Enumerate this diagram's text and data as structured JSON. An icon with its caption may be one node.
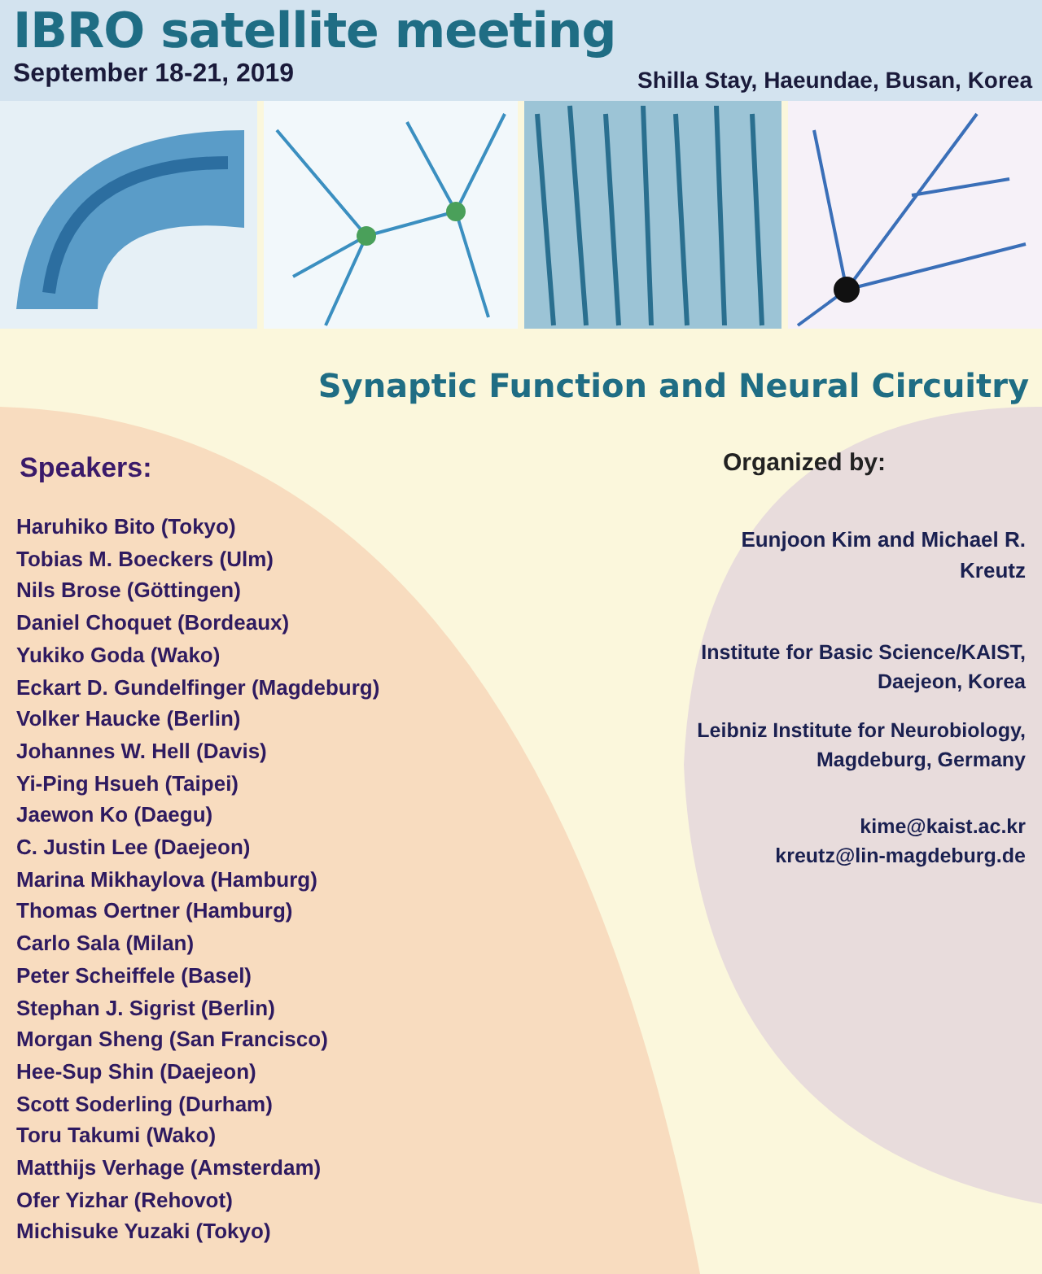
{
  "diagram": {
    "title": "IBRO satellite meeting",
    "labels": [
      "September 18-21, 2019",
      "Shilla Stay, Haeundae, Busan, Korea",
      "Synaptic Function and Neural Circuitry",
      "Speakers:",
      "Haruhiko Bito (Tokyo)",
      "Tobias M. Boeckers (Ulm)",
      "Nils Brose (Göttingen)",
      "Daniel Choquet (Bordeaux)",
      "Yukiko Goda (Wako)",
      "Eckart D. Gundelfinger (Magdeburg)",
      "Volker Haucke (Berlin)",
      "Johannes W. Hell (Davis)",
      "Yi-Ping Hsueh (Taipei)",
      "Jaewon Ko (Daegu)",
      "C. Justin Lee (Daejeon)",
      "Marina Mikhaylova (Hamburg)",
      "Thomas Oertner (Hamburg)",
      "Carlo Sala (Milan)",
      "Peter Scheiffele (Basel)",
      "Stephan J. Sigrist (Berlin)",
      "Morgan Sheng (San Francisco)",
      "Hee-Sup Shin (Daejeon)",
      "Scott Soderling (Durham)",
      "Toru Takumi (Wako)",
      "Matthijs Verhage (Amsterdam)",
      "Ofer Yizhar (Rehovot)",
      "Michisuke Yuzaki (Tokyo)",
      "Organized by:",
      "**Eunjoon Kim** and **Michael R. Kreutz**",
      "Institute for Basic Science/KAIST, Daejeon, Korea",
      "Leibniz Institute for Neurobiology, Magdeburg, Germany",
      "kime@kaist.ac.kr",
      "kreutz@lin-magdeburg.de"
    ]
  }
}
